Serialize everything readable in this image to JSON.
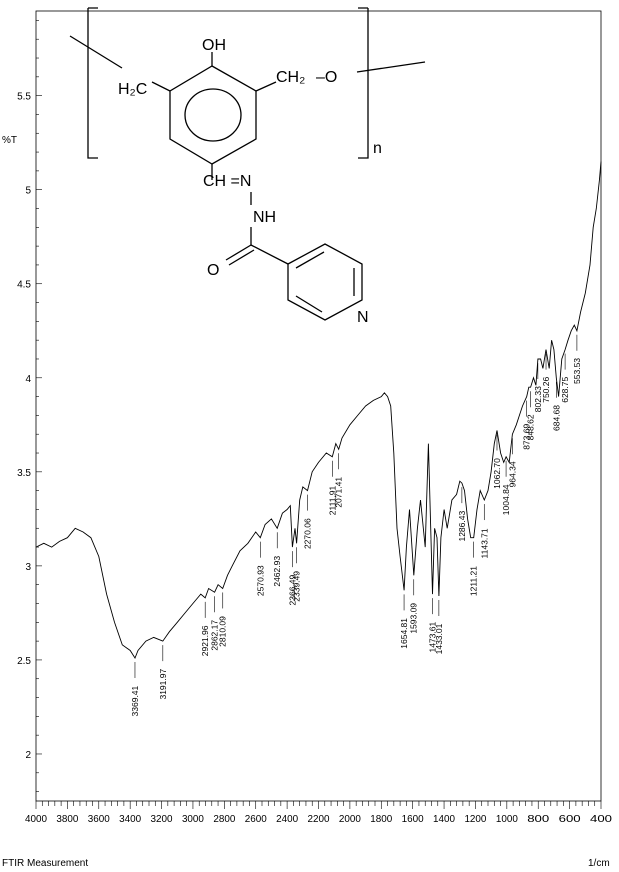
{
  "chart_data": {
    "type": "line",
    "title": "",
    "ylabel": "%T",
    "xlabel": "1/cm",
    "footer": "FTIR Measurement",
    "xlim": [
      4000,
      400
    ],
    "ylim": [
      1.75,
      5.95
    ],
    "x_ticks": [
      4000,
      3800,
      3600,
      3400,
      3200,
      3000,
      2800,
      2600,
      2400,
      2200,
      2000,
      1800,
      1600,
      1400,
      1200,
      1000,
      800,
      600,
      400
    ],
    "x_tick_labels": [
      "4000",
      "3800",
      "3600",
      "3400",
      "3200",
      "3000",
      "2800",
      "2600",
      "2400",
      "2200",
      "2000",
      "1800",
      "1600",
      "1400",
      "1200",
      "1000",
      "800",
      "600",
      "400"
    ],
    "y_ticks": [
      2,
      2.5,
      3,
      3.5,
      4,
      4.5,
      5,
      5.5
    ],
    "y_tick_labels": [
      "2",
      "2.5",
      "3",
      "3.5",
      "4",
      "4.5",
      "5",
      "5.5"
    ],
    "grid": false,
    "series": [
      {
        "x": [
          4000,
          3950,
          3900,
          3850,
          3800,
          3750,
          3700,
          3650,
          3600,
          3550,
          3500,
          3450,
          3400,
          3369.41,
          3350,
          3300,
          3250,
          3191.97,
          3150,
          3100,
          3050,
          3000,
          2950,
          2921.96,
          2900,
          2862.17,
          2840,
          2810.09,
          2780,
          2750,
          2700,
          2650,
          2600,
          2570.93,
          2540,
          2500,
          2462.93,
          2430,
          2400,
          2380,
          2366.49,
          2350,
          2339.49,
          2320,
          2300,
          2270.06,
          2240,
          2200,
          2150,
          2111.91,
          2090,
          2071.41,
          2050,
          2000,
          1950,
          1900,
          1850,
          1800,
          1780,
          1760,
          1740,
          1720,
          1700,
          1680,
          1654.81,
          1640,
          1620,
          1593.09,
          1570,
          1550,
          1520,
          1500,
          1473.61,
          1460,
          1445,
          1433.01,
          1420,
          1400,
          1380,
          1350,
          1320,
          1300,
          1286.43,
          1270,
          1250,
          1230,
          1211.21,
          1190,
          1170,
          1143.71,
          1120,
          1100,
          1080,
          1062.7,
          1040,
          1020,
          1004.84,
          985,
          964.34,
          940,
          920,
          900,
          873.69,
          860,
          848.62,
          830,
          815,
          802.33,
          785,
          770,
          750.26,
          730,
          715,
          700,
          684.68,
          670,
          650,
          628.75,
          610,
          590,
          570,
          553.53,
          530,
          500,
          470,
          450,
          430,
          410,
          400
        ],
        "y": [
          3.1,
          3.12,
          3.1,
          3.13,
          3.15,
          3.2,
          3.18,
          3.15,
          3.05,
          2.85,
          2.7,
          2.58,
          2.55,
          2.51,
          2.55,
          2.6,
          2.62,
          2.6,
          2.65,
          2.7,
          2.75,
          2.8,
          2.85,
          2.83,
          2.88,
          2.86,
          2.9,
          2.88,
          2.95,
          3.0,
          3.08,
          3.12,
          3.18,
          3.15,
          3.22,
          3.25,
          3.2,
          3.28,
          3.3,
          3.32,
          3.1,
          3.2,
          3.12,
          3.35,
          3.42,
          3.4,
          3.5,
          3.55,
          3.6,
          3.58,
          3.65,
          3.62,
          3.68,
          3.75,
          3.8,
          3.85,
          3.88,
          3.9,
          3.92,
          3.9,
          3.85,
          3.6,
          3.2,
          3.05,
          2.87,
          3.1,
          3.3,
          2.95,
          3.2,
          3.35,
          3.1,
          3.65,
          2.85,
          3.2,
          3.15,
          2.84,
          3.15,
          3.3,
          3.2,
          3.35,
          3.38,
          3.45,
          3.44,
          3.4,
          3.25,
          3.15,
          3.15,
          3.3,
          3.4,
          3.35,
          3.4,
          3.5,
          3.65,
          3.72,
          3.6,
          3.55,
          3.58,
          3.55,
          3.7,
          3.75,
          3.8,
          3.85,
          3.9,
          3.95,
          3.95,
          4.0,
          3.96,
          4.1,
          4.1,
          4.05,
          4.15,
          4.05,
          4.2,
          4.15,
          4.0,
          3.9,
          4.1,
          4.15,
          4.2,
          4.25,
          4.28,
          4.25,
          4.35,
          4.45,
          4.6,
          4.8,
          4.9,
          5.05,
          5.15
        ]
      }
    ],
    "peak_labels": [
      {
        "x": 3369.41,
        "label": "3369.41"
      },
      {
        "x": 3191.97,
        "label": "3191.97"
      },
      {
        "x": 2921.96,
        "label": "2921.96"
      },
      {
        "x": 2862.17,
        "label": "2862.17"
      },
      {
        "x": 2810.09,
        "label": "2810.09"
      },
      {
        "x": 2570.93,
        "label": "2570.93"
      },
      {
        "x": 2462.93,
        "label": "2462.93"
      },
      {
        "x": 2366.49,
        "label": "2366.49"
      },
      {
        "x": 2339.49,
        "label": "2339.49"
      },
      {
        "x": 2270.06,
        "label": "2270.06"
      },
      {
        "x": 2111.91,
        "label": "2111.91"
      },
      {
        "x": 2071.41,
        "label": "2071.41"
      },
      {
        "x": 1654.81,
        "label": "1654.81"
      },
      {
        "x": 1593.09,
        "label": "1593.09"
      },
      {
        "x": 1473.61,
        "label": "1473.61"
      },
      {
        "x": 1433.01,
        "label": "1433.01"
      },
      {
        "x": 1286.43,
        "label": "1286.43"
      },
      {
        "x": 1211.21,
        "label": "1211.21"
      },
      {
        "x": 1143.71,
        "label": "1143.71"
      },
      {
        "x": 1062.7,
        "label": "1062.70"
      },
      {
        "x": 1004.84,
        "label": "1004.84"
      },
      {
        "x": 964.34,
        "label": "964.34"
      },
      {
        "x": 873.69,
        "label": "873.69"
      },
      {
        "x": 848.62,
        "label": "848.62"
      },
      {
        "x": 802.33,
        "label": "802.33"
      },
      {
        "x": 750.26,
        "label": "750.26"
      },
      {
        "x": 684.68,
        "label": "684.68"
      },
      {
        "x": 628.75,
        "label": "628.75"
      },
      {
        "x": 553.53,
        "label": "553.53"
      }
    ]
  },
  "structure": {
    "oh": "OH",
    "h2c": "H₂C",
    "ch2": "CH₂",
    "dash_o": "–O",
    "n_sub": "n",
    "ch_eq_n": "CH =N",
    "nh": "NH",
    "o": "O",
    "n_ring": "N"
  }
}
